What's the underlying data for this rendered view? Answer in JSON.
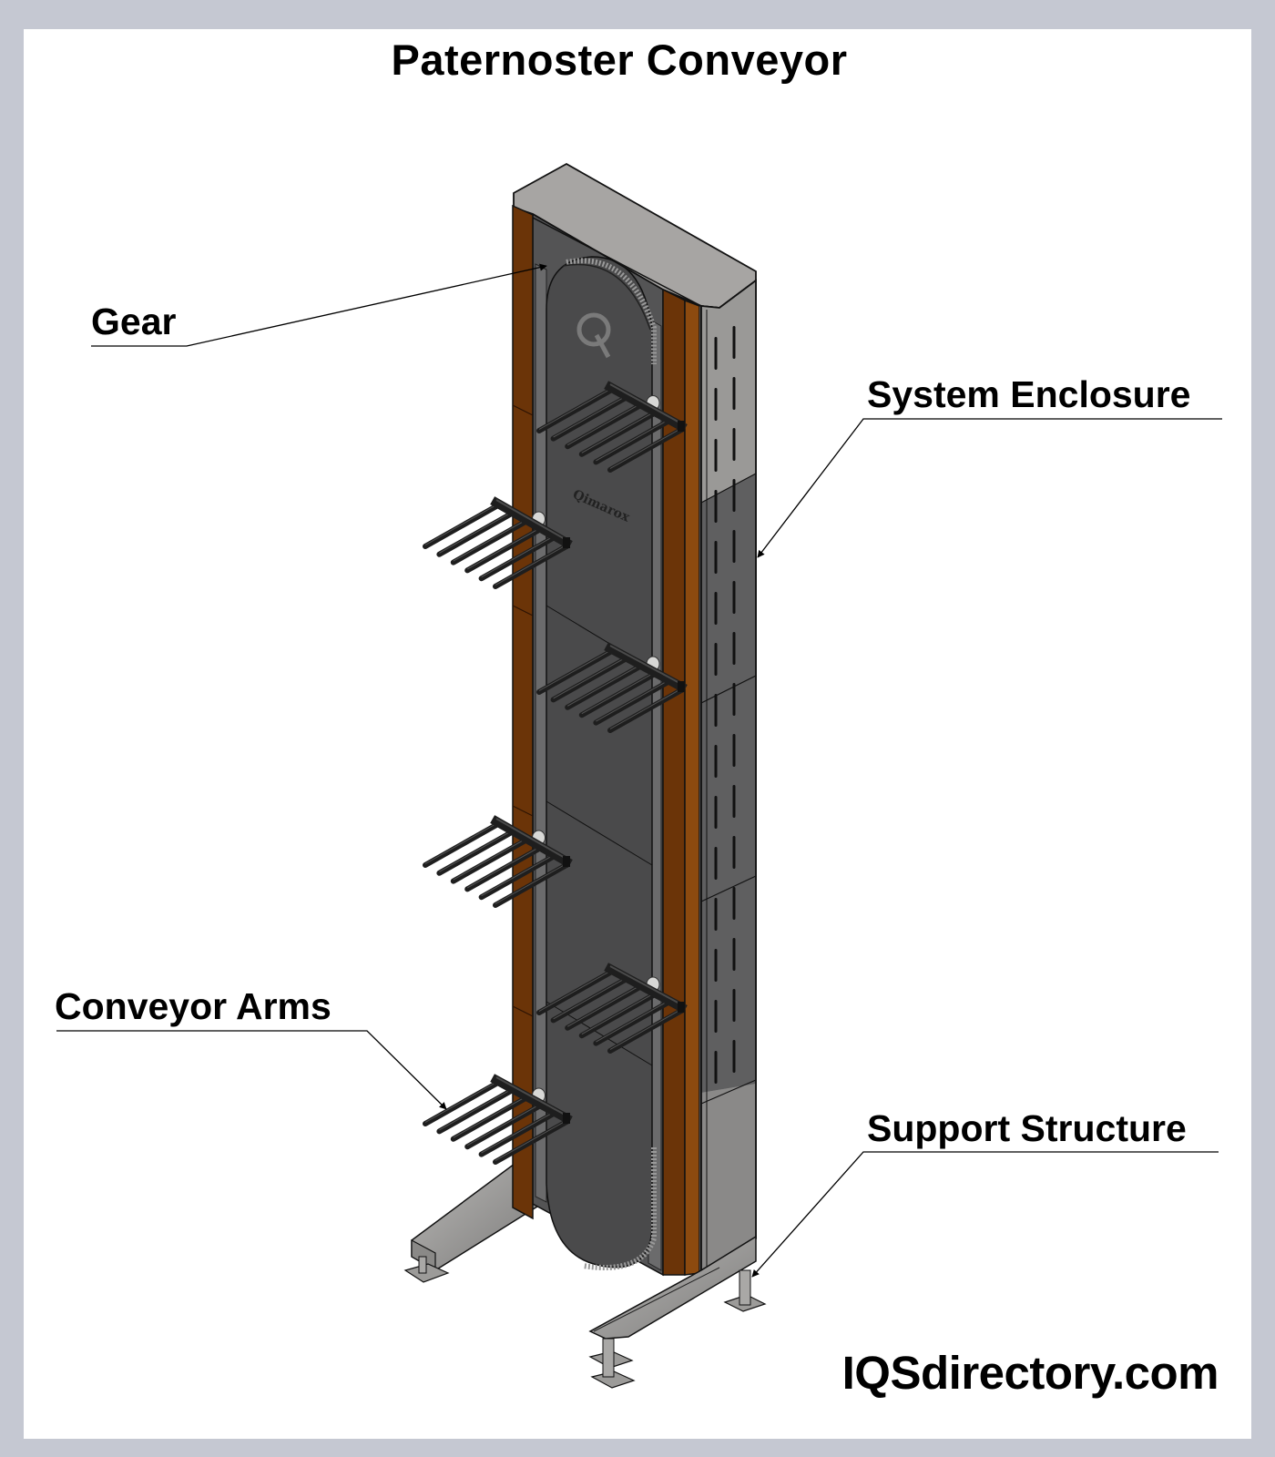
{
  "title": "Paternoster Conveyor",
  "callouts": {
    "gear": "Gear",
    "system_enclosure": "System Enclosure",
    "conveyor_arms": "Conveyor Arms",
    "support_structure": "Support Structure"
  },
  "belt_text": "Qimarox",
  "brand": "IQSdirectory.com",
  "colors": {
    "frame": "#c5c8d2",
    "enclosure_light": "#a7a5a3",
    "enclosure_dark": "#5f5f60",
    "belt": "#4a4a4b",
    "post_brown": "#6b3408",
    "post_orange": "#8c4a0f",
    "arm": "#262626"
  }
}
